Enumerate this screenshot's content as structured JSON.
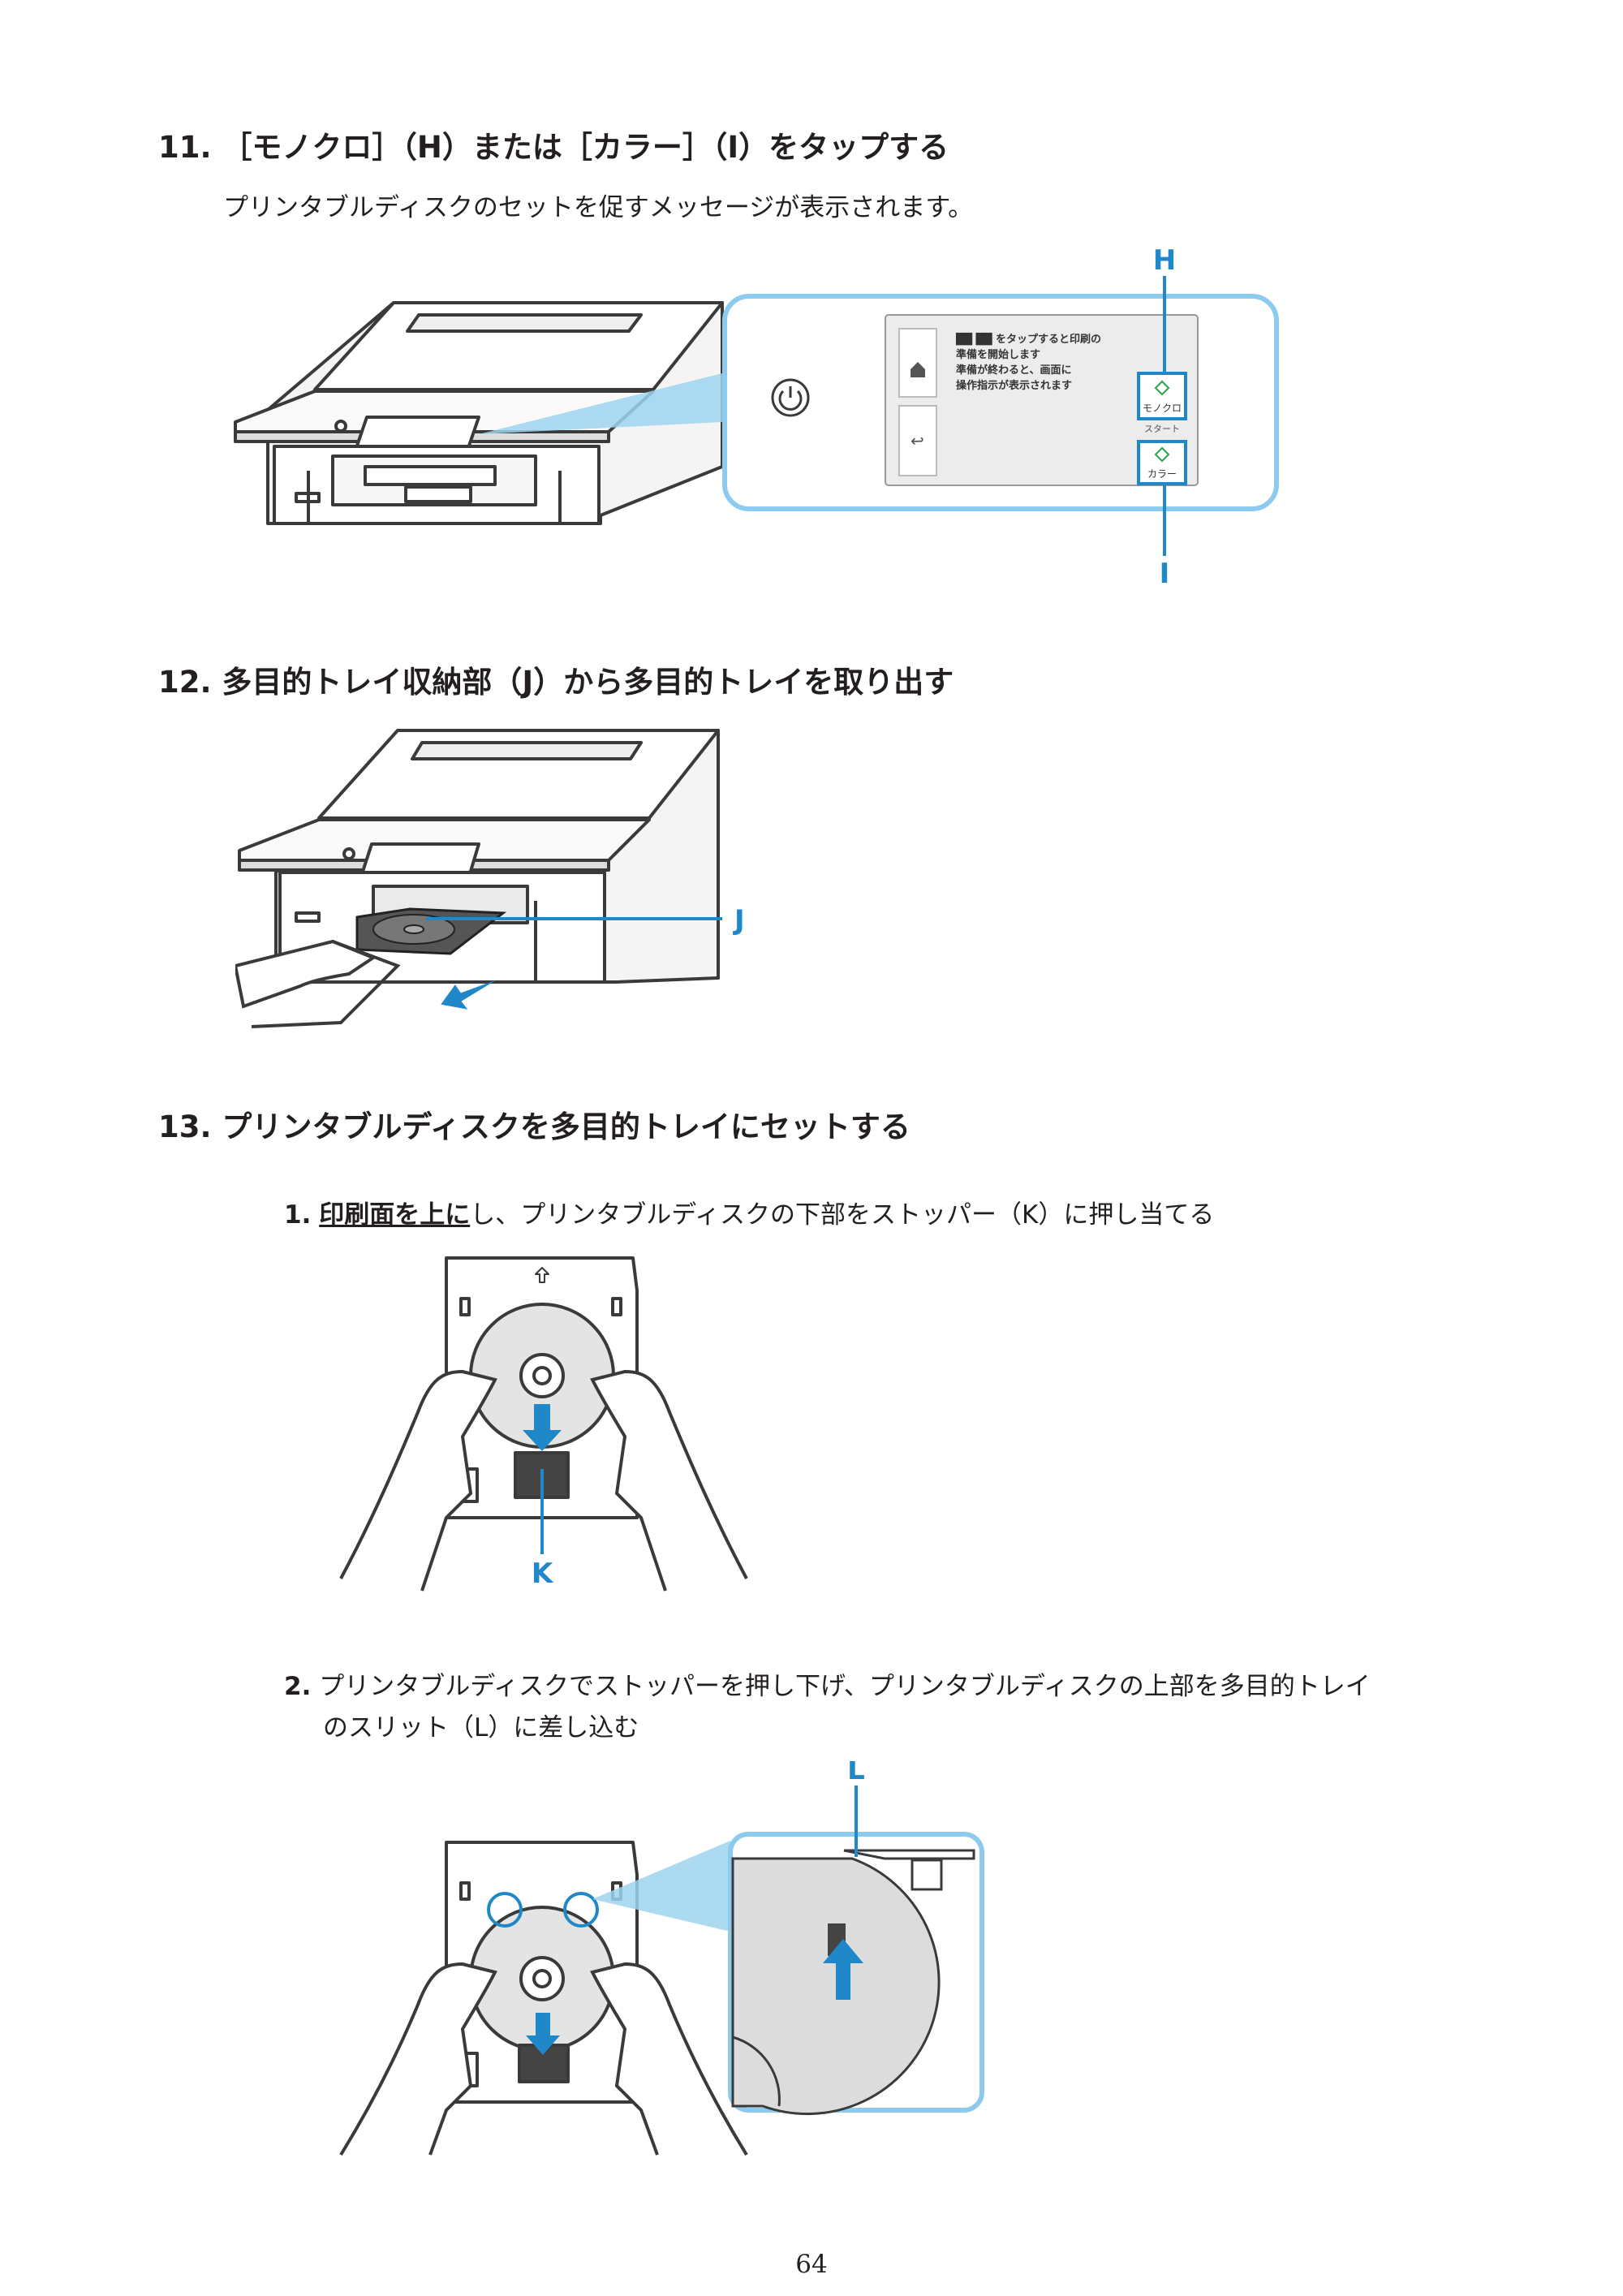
{
  "step11": {
    "heading": "11. ［モノクロ］（H）または［カラー］（I）をタップする",
    "body": "プリンタブルディスクのセットを促すメッセージが表示されます。",
    "callout_h": "H",
    "callout_i": "I",
    "screen": {
      "message_lines": [
        "██ ██ をタップすると印刷の",
        "準備を開始します",
        "準備が終わると、画面に",
        "操作指示が表示されます"
      ],
      "mono_label": "モノクロ",
      "start_label": "スタート",
      "color_label": "カラー"
    }
  },
  "step12": {
    "heading": "12. 多目的トレイ収納部（J）から多目的トレイを取り出す",
    "callout_j": "J"
  },
  "step13": {
    "heading": "13. プリンタブルディスクを多目的トレイにセットする",
    "sub1": {
      "num": "1.",
      "emph": "印刷面を上に",
      "rest": "し、プリンタブルディスクの下部をストッパー（K）に押し当てる"
    },
    "callout_k": "K",
    "sub2": {
      "num": "2.",
      "line1": "プリンタブルディスクでストッパーを押し下げ、プリンタブルディスクの上部を多目的トレイ",
      "line2": "のスリット（L）に差し込む"
    },
    "callout_l": "L"
  },
  "page_number": "64",
  "colors": {
    "accent": "#1e88c8",
    "text": "#231f20",
    "line": "#3a3a3a"
  }
}
